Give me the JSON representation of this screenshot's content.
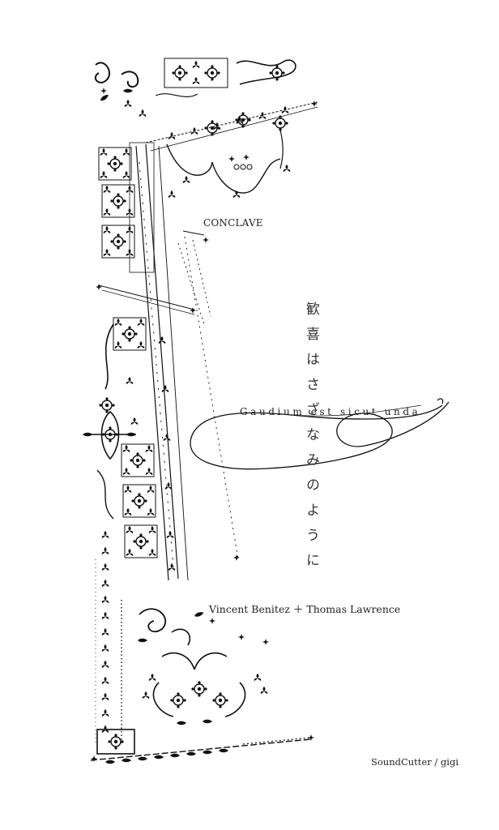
{
  "cover": {
    "series_label": "CONCLAVE",
    "vertical_title": "歓喜はさざなみのように",
    "latin_title": "Gaudium est sicut unda",
    "pairing": "Vincent Benitez ＋ Thomas Lawrence",
    "credit": "SoundCutter / gigi"
  },
  "decoration": {
    "ink_color": "#111111",
    "motifs": [
      "filigree-border",
      "chain-garland",
      "rose-medallion",
      "swirl-flourish",
      "diamond-star"
    ]
  }
}
